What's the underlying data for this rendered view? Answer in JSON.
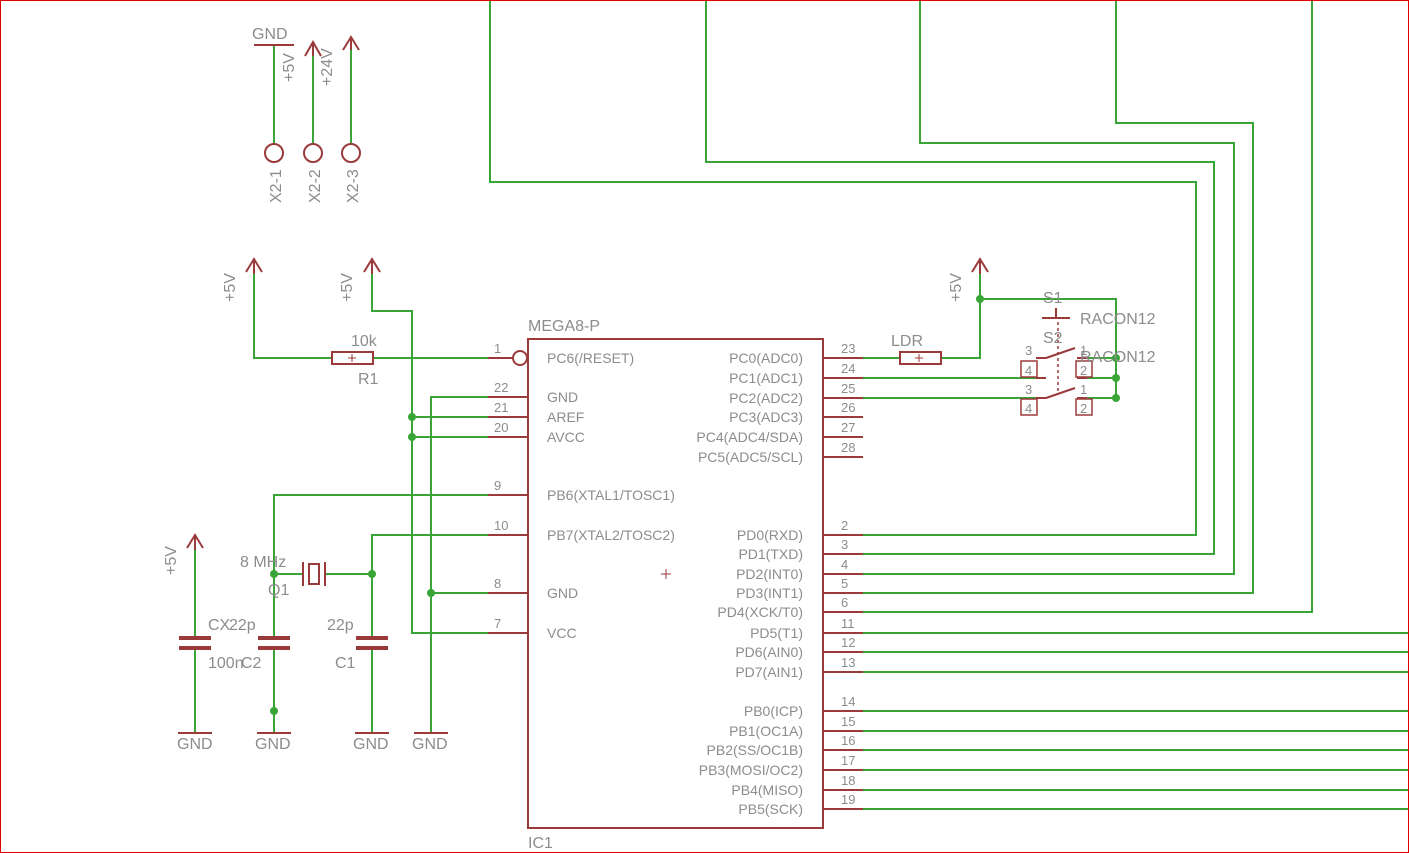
{
  "ic": {
    "name": "MEGA8-P",
    "ref": "IC1",
    "left_pins": [
      {
        "num": "1",
        "name": "PC6(/RESET)"
      },
      {
        "num": "22",
        "name": "GND"
      },
      {
        "num": "21",
        "name": "AREF"
      },
      {
        "num": "20",
        "name": "AVCC"
      },
      {
        "num": "9",
        "name": "PB6(XTAL1/TOSC1)"
      },
      {
        "num": "10",
        "name": "PB7(XTAL2/TOSC2)"
      },
      {
        "num": "8",
        "name": "GND"
      },
      {
        "num": "7",
        "name": "VCC"
      }
    ],
    "right_pins": [
      {
        "num": "23",
        "name": "PC0(ADC0)"
      },
      {
        "num": "24",
        "name": "PC1(ADC1)"
      },
      {
        "num": "25",
        "name": "PC2(ADC2)"
      },
      {
        "num": "26",
        "name": "PC3(ADC3)"
      },
      {
        "num": "27",
        "name": "PC4(ADC4/SDA)"
      },
      {
        "num": "28",
        "name": "PC5(ADC5/SCL)"
      },
      {
        "num": "2",
        "name": "PD0(RXD)"
      },
      {
        "num": "3",
        "name": "PD1(TXD)"
      },
      {
        "num": "4",
        "name": "PD2(INT0)"
      },
      {
        "num": "5",
        "name": "PD3(INT1)"
      },
      {
        "num": "6",
        "name": "PD4(XCK/T0)"
      },
      {
        "num": "11",
        "name": "PD5(T1)"
      },
      {
        "num": "12",
        "name": "PD6(AIN0)"
      },
      {
        "num": "13",
        "name": "PD7(AIN1)"
      },
      {
        "num": "14",
        "name": "PB0(ICP)"
      },
      {
        "num": "15",
        "name": "PB1(OC1A)"
      },
      {
        "num": "16",
        "name": "PB2(SS/OC1B)"
      },
      {
        "num": "17",
        "name": "PB3(MOSI/OC2)"
      },
      {
        "num": "18",
        "name": "PB4(MISO)"
      },
      {
        "num": "19",
        "name": "PB5(SCK)"
      }
    ]
  },
  "connector": {
    "pins": [
      "X2-1",
      "X2-2",
      "X2-3"
    ],
    "supplies": [
      "GND",
      "+5V",
      "+24V"
    ]
  },
  "resistor_r1": {
    "value": "10k",
    "ref": "R1"
  },
  "ldr": {
    "ref": "LDR"
  },
  "switches": {
    "s1": "S1",
    "s2": "S2",
    "value": "RACON12",
    "pin_nums": [
      "3",
      "4",
      "1",
      "2"
    ]
  },
  "crystal": {
    "freq": "8 MHz",
    "ref": "Q1"
  },
  "caps": {
    "cx": {
      "ref": "CX",
      "value": "100n"
    },
    "c2": {
      "ref": "C2",
      "value": "22p"
    },
    "c1": {
      "ref": "C1",
      "value": "22p"
    }
  },
  "labels": {
    "vcc": "+5V",
    "gnd": "GND"
  },
  "colors": {
    "wire": "#3aa537",
    "part": "#9b3a3a",
    "text": "#8c8c8c",
    "frame": "#e00000"
  }
}
